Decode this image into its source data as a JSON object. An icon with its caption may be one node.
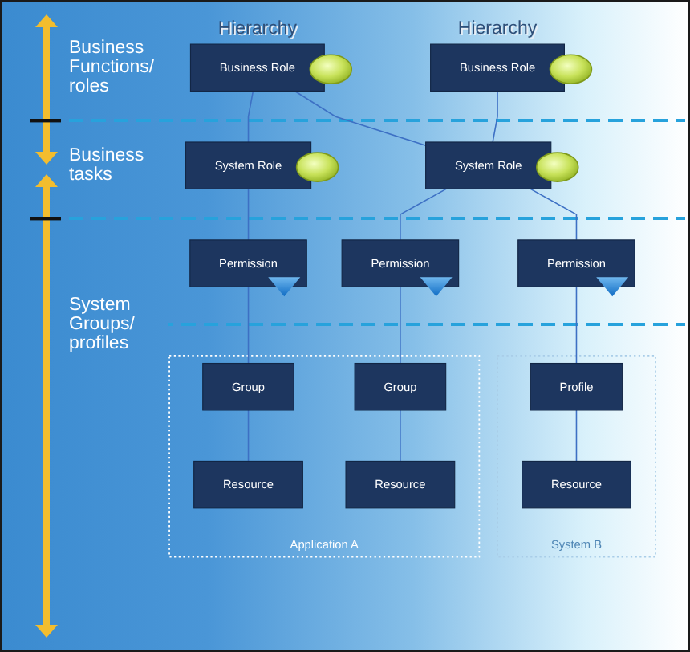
{
  "diagram": {
    "nodes": [
      {
        "text": [
          "Business Role"
        ],
        "beside": [
          "Hierarchy"
        ]
      },
      {
        "text": [
          "Business Role"
        ],
        "beside": [
          "Hierarchy"
        ]
      },
      {
        "text": [
          "System Role"
        ]
      },
      {
        "text": [
          "System Role"
        ]
      },
      {
        "text": [
          "Permission"
        ]
      },
      {
        "text": [
          "Permission"
        ]
      },
      {
        "text": [
          "Permission"
        ]
      },
      {
        "text": [
          "Application A"
        ]
      },
      {
        "text": [
          "Group"
        ],
        "in": 7
      },
      {
        "text": [
          "Resource"
        ],
        "in": 7
      },
      {
        "text": [
          "Group"
        ],
        "in": 7
      },
      {
        "text": [
          "Resource"
        ],
        "in": 7
      },
      {
        "text": [
          "System B"
        ]
      },
      {
        "text": [
          "Profile"
        ],
        "in": 12
      },
      {
        "text": [
          "Resource"
        ],
        "in": 12
      }
    ],
    "edges": [
      {
        "from": 0,
        "to": 2,
        "arrow": "none"
      },
      {
        "from": 0,
        "to": 3,
        "arrow": "none"
      },
      {
        "from": 1,
        "to": 3,
        "arrow": "none"
      },
      {
        "from": 2,
        "to": 4,
        "arrow": "none"
      },
      {
        "from": 3,
        "to": 5,
        "arrow": "none"
      },
      {
        "from": 3,
        "to": 6,
        "arrow": "none"
      },
      {
        "from": 4,
        "to": 8,
        "arrow": "none"
      },
      {
        "from": 5,
        "to": 10,
        "arrow": "none"
      },
      {
        "from": 6,
        "to": 13,
        "arrow": "none"
      },
      {
        "from": 8,
        "to": 9,
        "arrow": "none"
      },
      {
        "from": 10,
        "to": 11,
        "arrow": "none"
      },
      {
        "from": 13,
        "to": 14,
        "arrow": "none"
      }
    ],
    "labels": [
      "Business Functions/ roles",
      "Business tasks",
      "System Groups/ profiles"
    ]
  }
}
